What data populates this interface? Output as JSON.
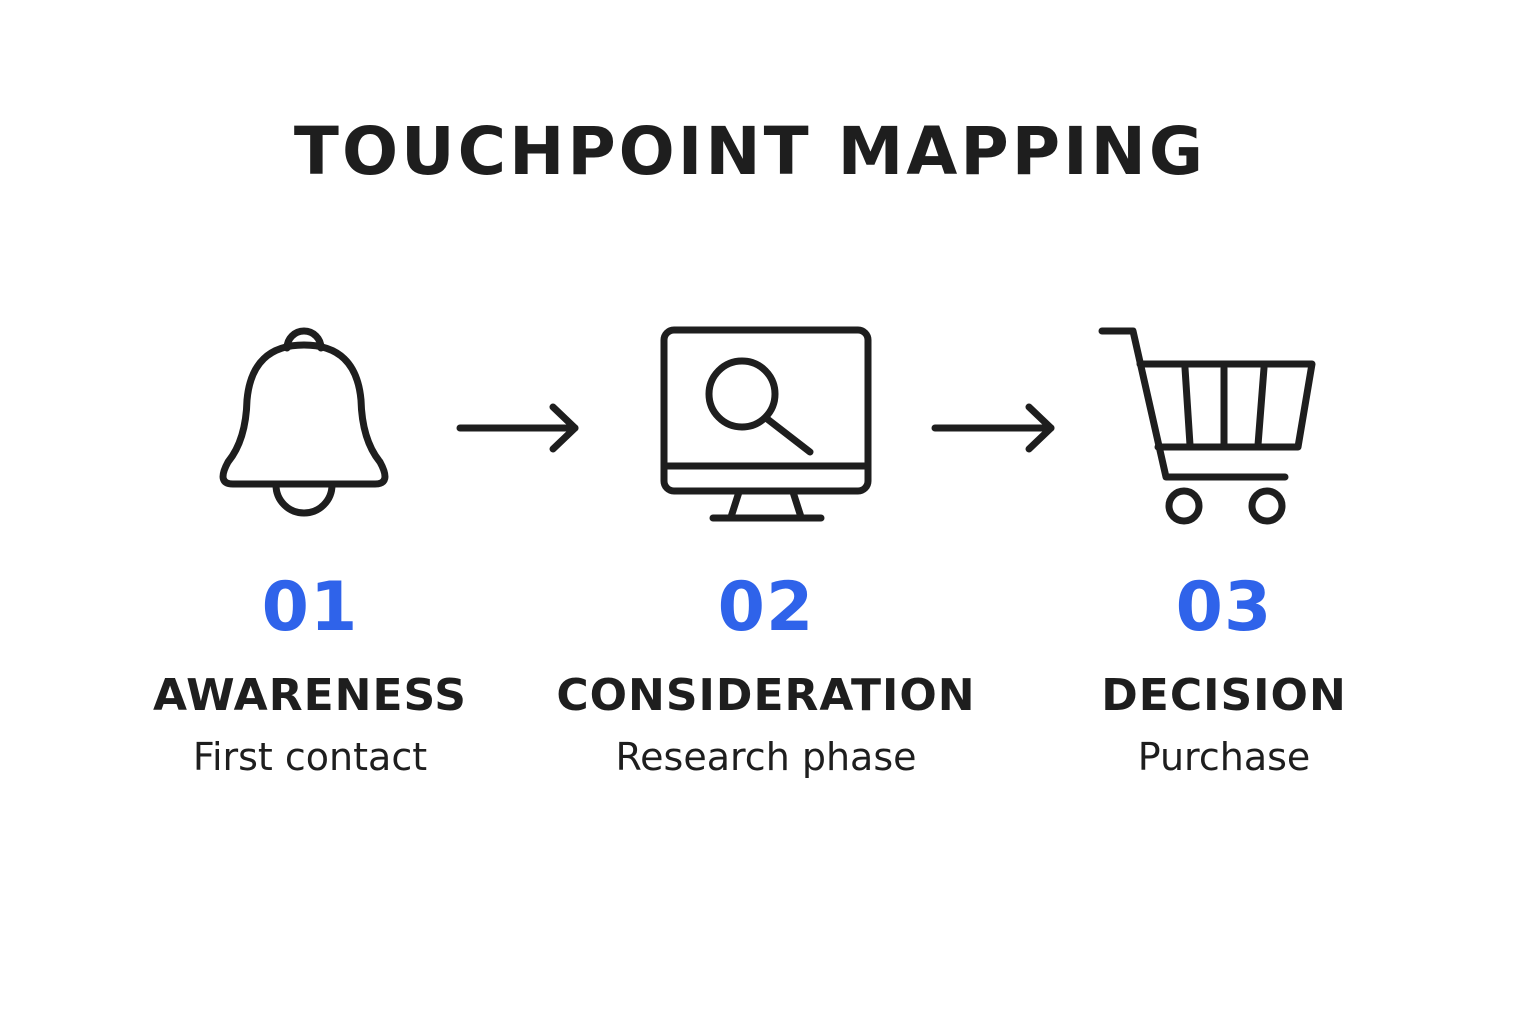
{
  "title": "TOUCHPOINT MAPPING",
  "colors": {
    "accent": "#2f63ea",
    "text": "#1e1e1e",
    "background": "#ffffff"
  },
  "stages": [
    {
      "number": "01",
      "name": "AWARENESS",
      "description": "First contact",
      "icon": "bell-icon"
    },
    {
      "number": "02",
      "name": "CONSIDERATION",
      "description": "Research phase",
      "icon": "monitor-search-icon"
    },
    {
      "number": "03",
      "name": "DECISION",
      "description": "Purchase",
      "icon": "shopping-cart-icon"
    }
  ]
}
